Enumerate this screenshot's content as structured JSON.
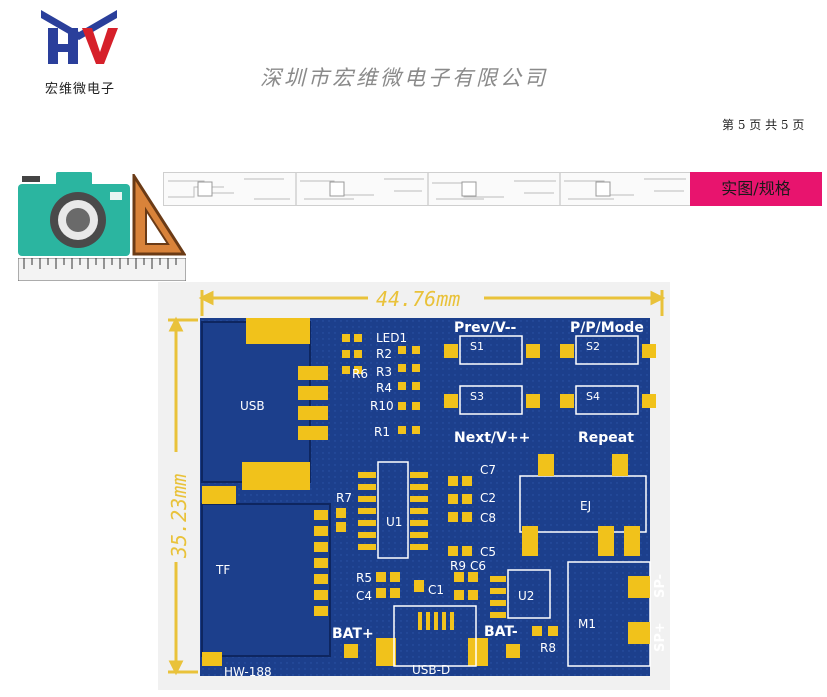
{
  "header": {
    "logo_caption": "宏维微电子",
    "company_name": "深圳市宏维微电子有限公司",
    "page_info": "第 5 页 共 5 页"
  },
  "banner": {
    "tab_label": "实图/规格"
  },
  "board": {
    "width_dim": "44.76mm",
    "height_dim": "35.23mm",
    "model": "HW-188",
    "labels": {
      "usb": "USB",
      "tf": "TF",
      "led1": "LED1",
      "r2": "R2",
      "r3": "R3",
      "r4": "R4",
      "r6": "R6",
      "r10": "R10",
      "r1": "R1",
      "r7": "R7",
      "r5": "R5",
      "r9": "R9",
      "r8": "R8",
      "c1": "C1",
      "c2": "C2",
      "c4": "C4",
      "c5": "C5",
      "c6": "C6",
      "c7": "C7",
      "c8": "C8",
      "u1": "U1",
      "u2": "U2",
      "m1": "M1",
      "ej": "EJ",
      "s1": "S1",
      "s2": "S2",
      "s3": "S3",
      "s4": "S4",
      "prev": "Prev/V--",
      "pp": "P/P/Mode",
      "next": "Next/V++",
      "repeat": "Repeat",
      "bat_plus": "BAT+",
      "bat_minus": "BAT-",
      "usb_d": "USB-D",
      "sp_minus": "SP-",
      "sp_plus": "SP+"
    }
  },
  "colors": {
    "accent_tab": "#e8146e",
    "pcb_blue": "#1c3f8c",
    "pad_gold": "#f1c21b",
    "camera_teal": "#2bb5a0",
    "dimension_gold": "#e9c23a"
  }
}
